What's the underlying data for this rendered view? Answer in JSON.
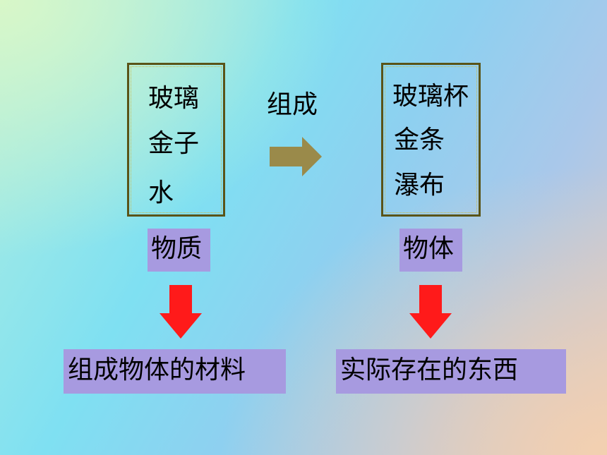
{
  "left_box": {
    "lines": [
      "玻璃",
      "金子",
      "水"
    ]
  },
  "middle_label": "组成",
  "right_box": {
    "lines": [
      "玻璃杯",
      "金条",
      "瀑布"
    ]
  },
  "left_tag": "物质",
  "right_tag": "物体",
  "left_definition": "组成物体的材料",
  "right_definition": "实际存在的东西",
  "colors": {
    "label_bg": "#a79ae0",
    "arrow_right": "#9a8a4a",
    "arrow_down": "#ff1a1a"
  }
}
